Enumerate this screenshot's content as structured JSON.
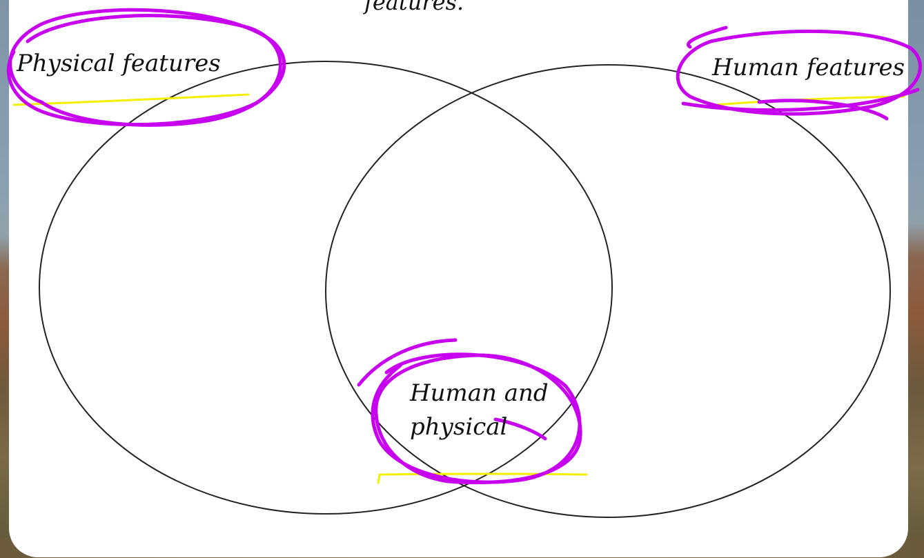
{
  "title_fragment": "features.",
  "labels": {
    "left": "Physical features",
    "right": "Human features",
    "middle_line1": "Human and",
    "middle_line2": "physical"
  },
  "colors": {
    "circle_stroke": "#222222",
    "annotation_magenta": "#c800f0",
    "highlight_yellow": "#f2f000",
    "paper": "#ffffff"
  }
}
